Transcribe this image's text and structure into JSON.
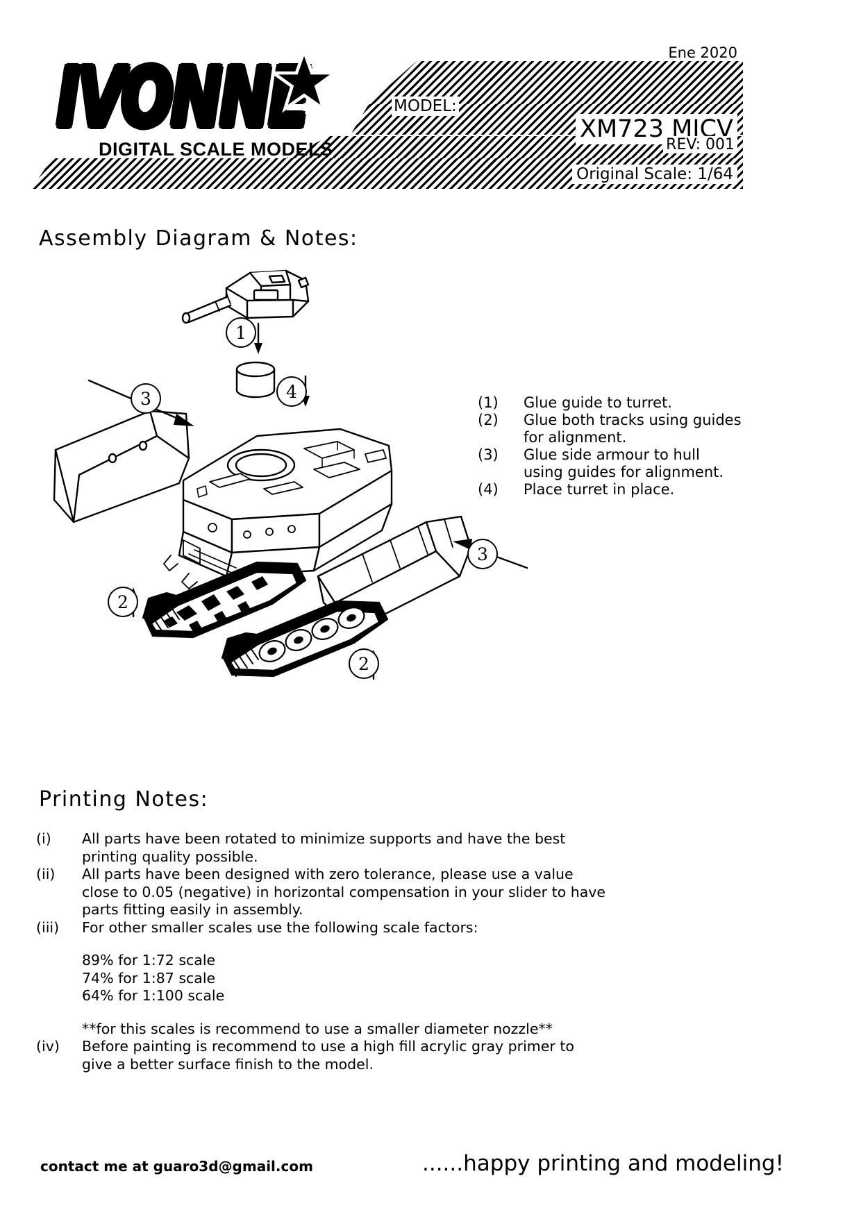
{
  "header": {
    "brand_name": "IVONNE",
    "brand_tagline": "DIGITAL SCALE MODELS",
    "date": "Ene 2020",
    "model_label": "MODEL:",
    "model_name": "XM723 MICV",
    "revision": "REV: 001",
    "scale": "Original Scale: 1/64"
  },
  "assembly": {
    "heading": "Assembly Diagram & Notes:",
    "steps": [
      {
        "num": "(1)",
        "text": "Glue guide to turret."
      },
      {
        "num": "(2)",
        "text": "Glue both tracks using guides for alignment."
      },
      {
        "num": "(3)",
        "text": "Glue side armour to hull using guides for alignment."
      },
      {
        "num": "(4)",
        "text": "Place turret in place."
      }
    ],
    "callouts": {
      "c1": "1",
      "c4": "4",
      "c3a": "3",
      "c3b": "3",
      "c2a": "2",
      "c2b": "2"
    }
  },
  "printing": {
    "heading": "Printing Notes:",
    "notes": [
      {
        "num": "(i)",
        "text": "All parts have been rotated to minimize supports and have the best printing quality possible."
      },
      {
        "num": "(ii)",
        "text": "All parts have been designed with zero tolerance, please use a value close to 0.05 (negative) in horizontal compensation in your slider to have parts fitting easily in assembly."
      },
      {
        "num": "(iii)",
        "text": "For other smaller scales use the following scale factors:"
      }
    ],
    "scale_factors": [
      "89% for 1:72 scale",
      "74% for 1:87 scale",
      "64% for 1:100 scale"
    ],
    "nozzle_note": "**for this scales is recommend to use a smaller diameter nozzle**",
    "note_iv": {
      "num": "(iv)",
      "text": "Before painting is recommend to use a high fill acrylic gray primer to give a better surface finish to the model."
    }
  },
  "footer": {
    "contact": "contact me at guaro3d@gmail.com",
    "closing": "......happy printing and modeling!"
  }
}
